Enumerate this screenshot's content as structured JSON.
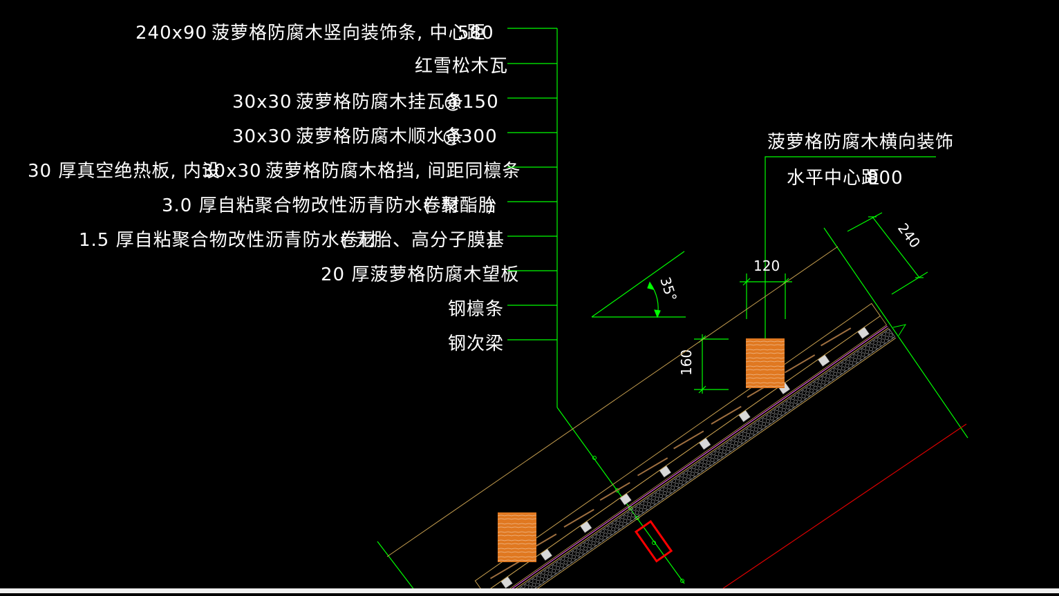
{
  "colors": {
    "background": "#000000",
    "leader": "#00ff00",
    "text": "#ffffff",
    "roof_outline": "#c8a050",
    "timber": "#e07820",
    "section_box": "#ff0000",
    "boundary": "#dd0000",
    "hatch": "#a0a0a0",
    "accent_dot": "#ff66ff"
  },
  "layer_labels": {
    "l1_spec": "240x90",
    "l1_desc": "菠萝格防腐木竖向装饰条, 中心距",
    "l1_value": "580",
    "l2_desc": "红雪松木瓦",
    "l3_spec": "30x30",
    "l3_desc": "菠萝格防腐木挂瓦条",
    "l3_value": "@150",
    "l4_spec": "30x30",
    "l4_desc": "菠萝格防腐木顺水条",
    "l4_value": "@300",
    "l5_left": "30 厚真空绝热板, 内设",
    "l5_spec": "30x30",
    "l5_desc": "菠萝格防腐木格挡, 间距同檩条",
    "l6_desc": "3.0 厚自粘聚合物改性沥青防水卷材",
    "l6_open": "(",
    "l6_value": "聚酯胎",
    "l6_close": ")",
    "l7_desc": "1.5 厚自粘聚合物改性沥青防水卷材",
    "l7_open": "(",
    "l7_value": "无胎、高分子膜基",
    "l7_close": ")",
    "l8_desc": "20 厚菠萝格防腐木望板",
    "l9_desc": "钢檩条",
    "l10_desc": "钢次梁"
  },
  "right_note": {
    "line1": "菠萝格防腐木横向装饰",
    "line2_label": "水平中心距",
    "line2_value": "800"
  },
  "dimensions": {
    "slope_angle": "35°",
    "width_120": "120",
    "height_160": "160",
    "depth_240": "240"
  }
}
